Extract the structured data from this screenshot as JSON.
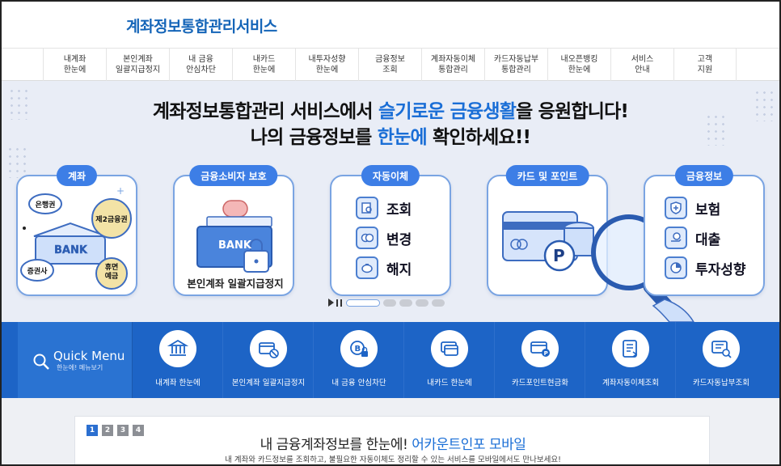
{
  "header": {
    "logo": "계좌정보통합관리서비스"
  },
  "gnb": [
    {
      "label": "내계좌\n한눈에"
    },
    {
      "label": "본인계좌\n일괄지급정지"
    },
    {
      "label": "내 금융\n안심차단"
    },
    {
      "label": "내카드\n한눈에"
    },
    {
      "label": "내투자성향\n한눈에"
    },
    {
      "label": "금융정보\n조회"
    },
    {
      "label": "계좌자동이체\n통합관리"
    },
    {
      "label": "카드자동납부\n통합관리"
    },
    {
      "label": "내오픈뱅킹\n한눈에"
    },
    {
      "label": "서비스\n안내"
    },
    {
      "label": "고객\n지원"
    }
  ],
  "hero": {
    "line1_pre": "계좌정보통합관리 서비스에서 ",
    "line1_hl": "슬기로운 금융생활",
    "line1_post": "을 응원합니다!",
    "line2_pre": "나의 금융정보를 ",
    "line2_hl": "한눈에",
    "line2_post": " 확인하세요!!",
    "cards": {
      "account": {
        "pill": "계좌",
        "bank_text": "BANK",
        "tags": [
          "은행권",
          "제2금융권",
          "증권사",
          "휴면\n예금"
        ]
      },
      "consumer": {
        "pill": "금융소비자 보호",
        "bank_text": "BANK",
        "caption": "본인계좌 일괄지급정지"
      },
      "autotransfer": {
        "pill": "자동이체",
        "items": [
          "조회",
          "변경",
          "해지"
        ]
      },
      "cardpoint": {
        "pill": "카드 및 포인트",
        "coin_text": "P"
      },
      "fininfo": {
        "pill": "금융정보",
        "items": [
          "보험",
          "대출",
          "투자성향"
        ]
      }
    },
    "slider": {
      "total": 5,
      "active": 1
    }
  },
  "quickmenu": {
    "title": "Quick Menu",
    "subtitle": "한눈에! 메뉴보기",
    "items": [
      {
        "label": "내계좌 한눈에",
        "icon": "bank-icon"
      },
      {
        "label": "본인계좌 일괄지급정지",
        "icon": "card-block-icon"
      },
      {
        "label": "내 금융 안심차단",
        "icon": "lock-coin-icon"
      },
      {
        "label": "내카드 한눈에",
        "icon": "card-icon"
      },
      {
        "label": "카드포인트현금화",
        "icon": "card-point-icon"
      },
      {
        "label": "계좌자동이체조회",
        "icon": "transfer-doc-icon"
      },
      {
        "label": "카드자동납부조회",
        "icon": "card-search-icon"
      }
    ]
  },
  "notice": {
    "pages": [
      "1",
      "2",
      "3",
      "4"
    ],
    "title_pre": "내 금융계좌정보를 한눈에! ",
    "title_hl": "어카운트인포 모바일",
    "desc": "내 계좌와 카드정보를 조회하고, 불필요한 자동이체도 정리할 수 있는 서비스를 모바일에서도 만나보세요!"
  },
  "colors": {
    "accent": "#1a6ed6",
    "quick_bg": "#1d64c6",
    "hero_bg": "#e9edf6"
  }
}
